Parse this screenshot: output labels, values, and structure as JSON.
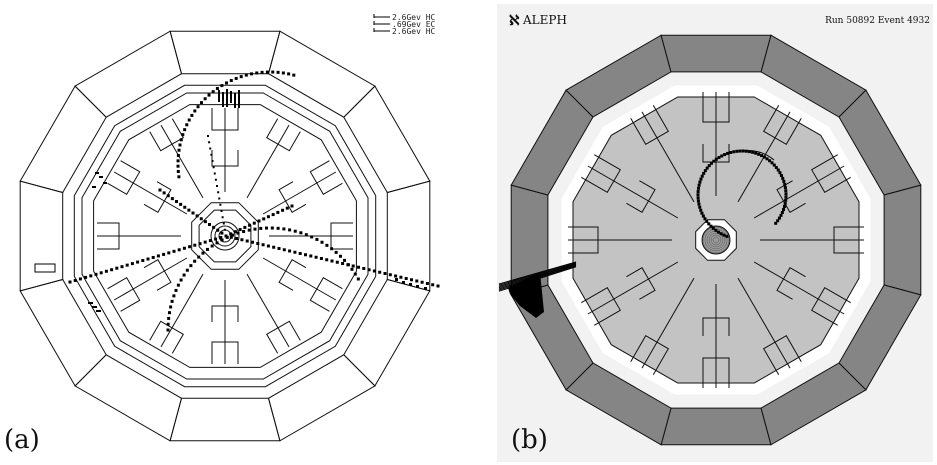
{
  "panel_a": {
    "label": "(a)",
    "legend": [
      "2.6Gev HC",
      ".69Gev EC",
      "2.6Gev HC"
    ]
  },
  "panel_b": {
    "label": "(b)",
    "logo_glyph": "ℵ",
    "experiment": "ALEPH",
    "run_event": "Run 50892 Event 4932"
  },
  "colors": {
    "line": "#111111",
    "track": "#000000",
    "hcal": "#858585",
    "ecal": "#c3c3c3",
    "panel_b_background": "#f2f2f2"
  }
}
